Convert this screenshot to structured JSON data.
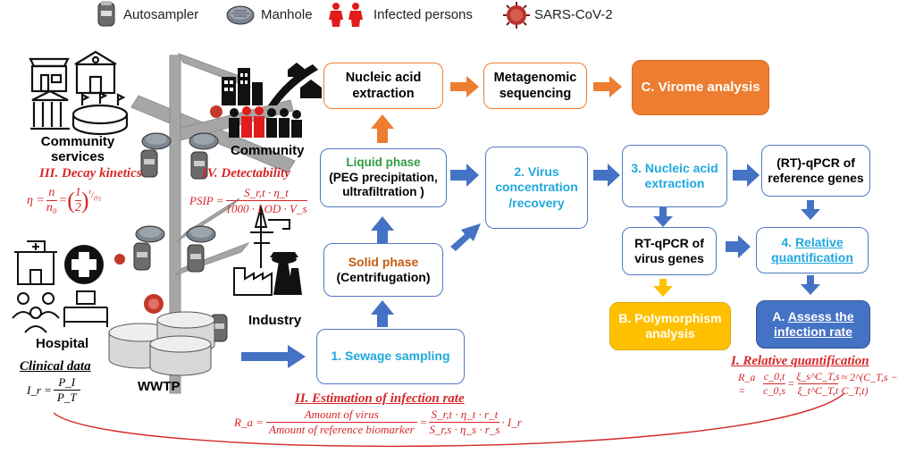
{
  "legend": {
    "autosampler": "Autosampler",
    "manhole": "Manhole",
    "infected": "Infected persons",
    "virus": "SARS-CoV-2"
  },
  "places": {
    "community_services": "Community services",
    "community": "Community",
    "industry": "Industry",
    "hospital": "Hospital",
    "wwtp": "WWTP"
  },
  "boxes": {
    "nucleic_top": "Nucleic acid extraction",
    "metagenomic": "Metagenomic sequencing",
    "virome": "C. Virome analysis",
    "liquid_title": "Liquid phase",
    "liquid_body": "(PEG precipitation, ultrafiltration )",
    "solid_title": "Solid phase",
    "solid_body": "(Centrifugation)",
    "sampling": "1. Sewage sampling",
    "concentration": "2. Virus concentration /recovery",
    "nucleic_3": "3. Nucleic acid extraction",
    "ref_genes": "(RT)-qPCR of reference genes",
    "rtqpcr_virus": "RT-qPCR of virus genes",
    "relative_num": "4. ",
    "relative_txt": "Relative quantification",
    "polymorphism": "B. Polymorphism analysis",
    "assess_a": "A. ",
    "assess_txt": "Assess the infection rate"
  },
  "formulas": {
    "decay_title": "III. Decay kinetics",
    "detect_title": "IV. Detectability",
    "clinical_title": "Clinical data",
    "estimation_title": "II. Estimation of infection rate",
    "relative_title": "I. Relative quantification",
    "eta_lhs": "η = ",
    "eta_n": "n",
    "eta_n0": "n₀",
    "eq": " = ",
    "half": "1",
    "two": "2",
    "psip_lhs": "PSIP = ",
    "psip_num": "S_r,t · η_t",
    "psip_den": "1000 · LOD · V_s",
    "ir_lhs": "I_r = ",
    "ir_num": "P_I",
    "ir_den": "P_T",
    "ra_lhs": "R_a = ",
    "ra_num1": "Amount of virus",
    "ra_den1": "Amount of reference biomarker",
    "ra_num2": "S_r,t · η_t · r_t",
    "ra_den2": "S_r,s · η_s · r_s",
    "ra_tail": " · I_r",
    "rq_lhs": "R_a = ",
    "rq_num1": "c_0,t",
    "rq_den1": "c_0,s",
    "rq_num2": "ξ_s^C_T,s",
    "rq_den2": "ξ_t^C_T,t",
    "rq_tail": " ≈ 2^(C_T,s − C_T,t)"
  },
  "colors": {
    "blue_border": "#4f7ac5",
    "orange": "#ed7d31",
    "yellow": "#ffc000",
    "dark_blue": "#4472c4",
    "cyan_text": "#1fa8de",
    "red": "#d62728"
  }
}
